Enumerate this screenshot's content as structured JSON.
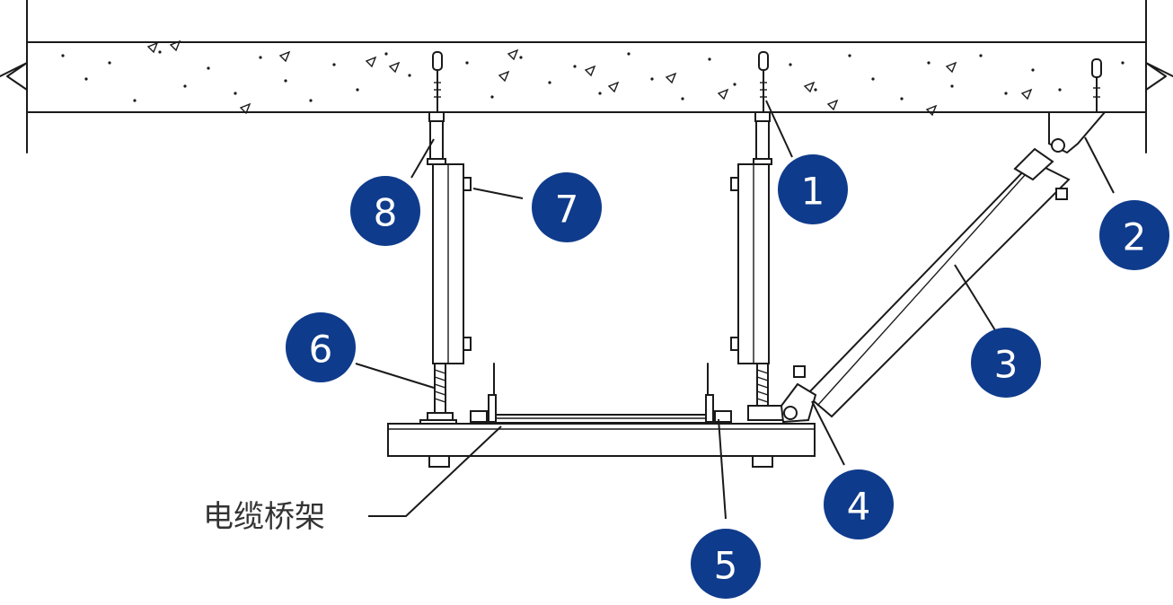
{
  "badges": [
    {
      "id": "1",
      "label": "1"
    },
    {
      "id": "2",
      "label": "2"
    },
    {
      "id": "3",
      "label": "3"
    },
    {
      "id": "4",
      "label": "4"
    },
    {
      "id": "5",
      "label": "5"
    },
    {
      "id": "6",
      "label": "6"
    },
    {
      "id": "7",
      "label": "7"
    },
    {
      "id": "8",
      "label": "8"
    }
  ],
  "cable_tray_label": "电缆桥架",
  "colors": {
    "badge_fill": "#0f3b8c",
    "badge_text": "#ffffff",
    "line": "#1a1a1a",
    "label_text": "#333333"
  }
}
